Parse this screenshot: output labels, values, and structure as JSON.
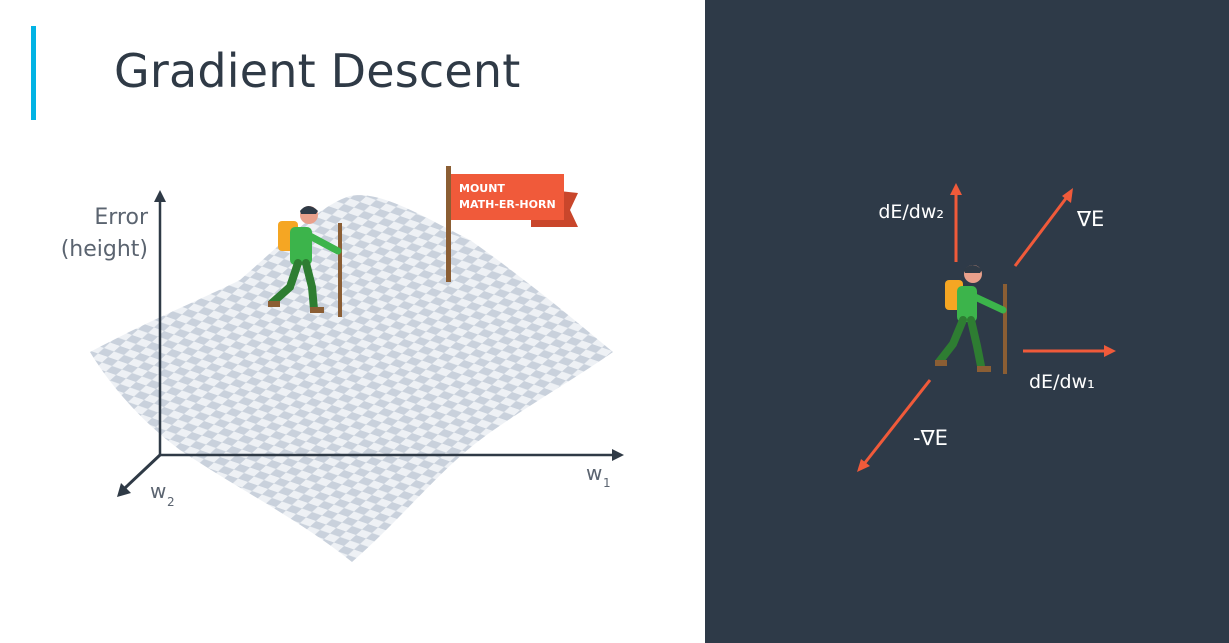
{
  "slide": {
    "title": "Gradient Descent",
    "accent_color": "#02b3e4",
    "dark_panel_color": "#2e3a48"
  },
  "left_diagram": {
    "y_axis_label_line1": "Error",
    "y_axis_label_line2": "(height)",
    "x_axis_label": "w",
    "x_axis_subscript": "1",
    "z_axis_label": "w",
    "z_axis_subscript": "2",
    "flag_line1": "MOUNT",
    "flag_line2": "MATH-ER-HORN",
    "flag_color": "#f05a3a"
  },
  "right_diagram": {
    "up_label": "dE/dw₂",
    "right_label": "dE/dw₁",
    "gradient_label": "∇E",
    "neg_gradient_label": "-∇E",
    "arrow_color": "#f05a3a"
  },
  "icons": [
    "hiker-icon",
    "flag-icon",
    "arrow-icon"
  ]
}
